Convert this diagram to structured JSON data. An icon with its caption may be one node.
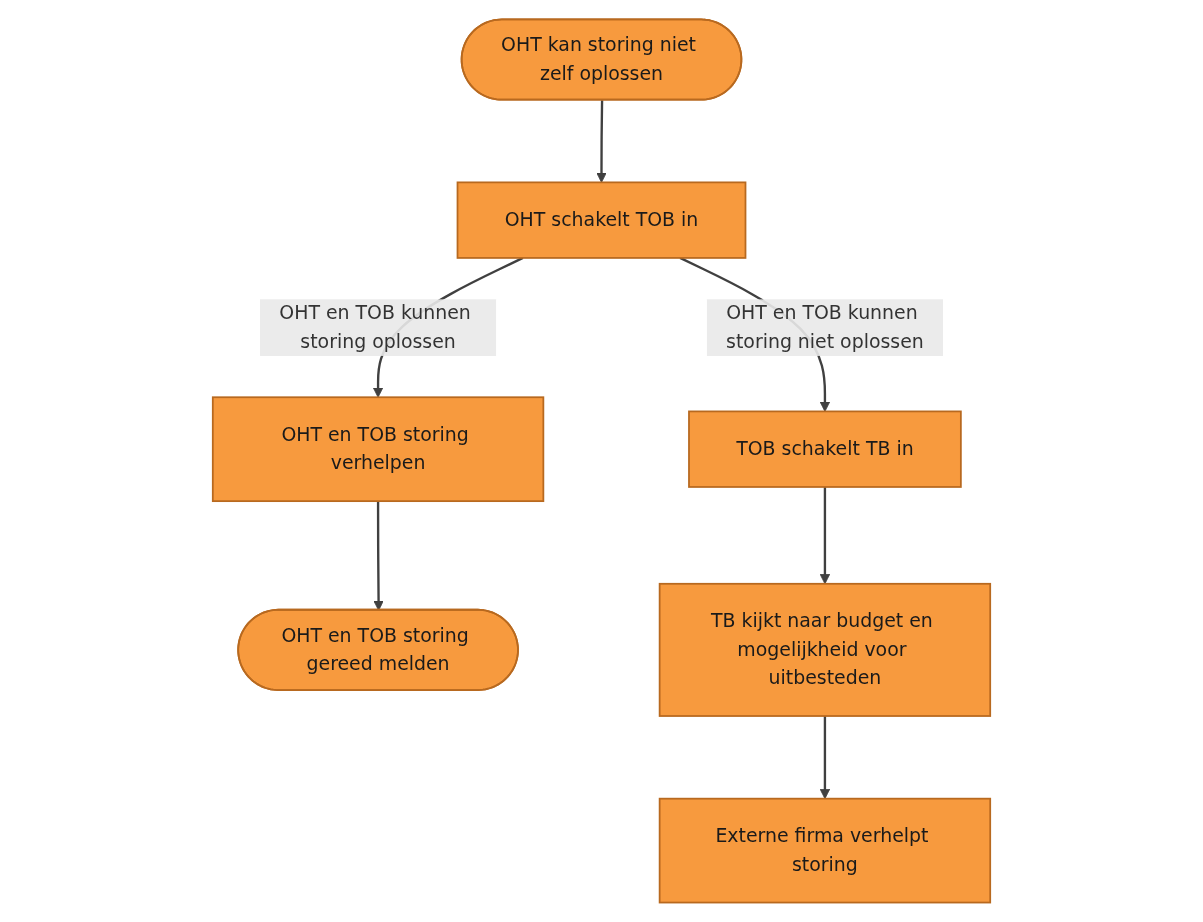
{
  "diagram": {
    "nodes": [
      {
        "text": [
          "OHT kan storing niet zelf oplossen"
        ]
      },
      {
        "text": [
          "OHT schakelt TOB in"
        ]
      },
      {
        "text": [
          "OHT en TOB storing verhelpen"
        ]
      },
      {
        "text": [
          "OHT en TOB storing gereed melden"
        ]
      },
      {
        "text": [
          "TOB schakelt TB in"
        ]
      },
      {
        "text": [
          "TB kijkt naar budget en mogelijkheid voor uitbesteden"
        ]
      },
      {
        "text": [
          "Externe firma verhelpt storing"
        ]
      }
    ],
    "edges": [
      {
        "from": 0,
        "to": 1,
        "arrow": "to"
      },
      {
        "from": 1,
        "to": 4,
        "arrow": "to",
        "label": "OHT en TOB kunnen storing niet oplossen"
      },
      {
        "from": 1,
        "to": 2,
        "arrow": "to",
        "label": "OHT en TOB kunnen storing oplossen"
      },
      {
        "from": 2,
        "to": 3,
        "arrow": "to"
      },
      {
        "from": 4,
        "to": 5,
        "arrow": "to"
      },
      {
        "from": 5,
        "to": 6,
        "arrow": "to"
      }
    ]
  }
}
